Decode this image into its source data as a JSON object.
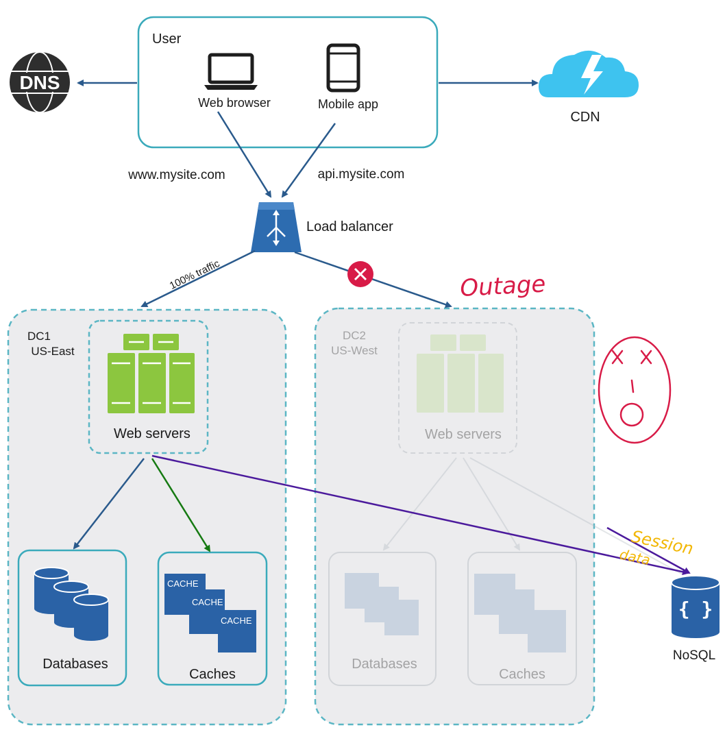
{
  "user_box": {
    "title": "User",
    "web_browser": "Web browser",
    "mobile_app": "Mobile app"
  },
  "dns": {
    "label": "DNS"
  },
  "cdn": {
    "label": "CDN"
  },
  "domains": {
    "web": "www.mysite.com",
    "api": "api.mysite.com"
  },
  "load_balancer": {
    "label": "Load balancer"
  },
  "traffic_label": "100% traffic",
  "dc1": {
    "name": "DC1",
    "region": "US-East",
    "web_servers": "Web servers",
    "databases": "Databases",
    "caches": "Caches"
  },
  "dc2": {
    "name": "DC2",
    "region": "US-West",
    "web_servers": "Web servers",
    "databases": "Databases",
    "caches": "Caches"
  },
  "cache_tags": [
    "CACHE",
    "CACHE",
    "CACHE"
  ],
  "nosql": {
    "label": "NoSQL"
  },
  "annotations": {
    "outage": "Outage",
    "session_1": "Session",
    "session_2": "data"
  },
  "colors": {
    "teal": "#1aa0b8",
    "blue": "#2a62a6",
    "green": "#8cc63f",
    "red": "#d81b47",
    "purple": "#4b1a9c",
    "darkgreen": "#167a12",
    "yellow": "#f2b705"
  }
}
